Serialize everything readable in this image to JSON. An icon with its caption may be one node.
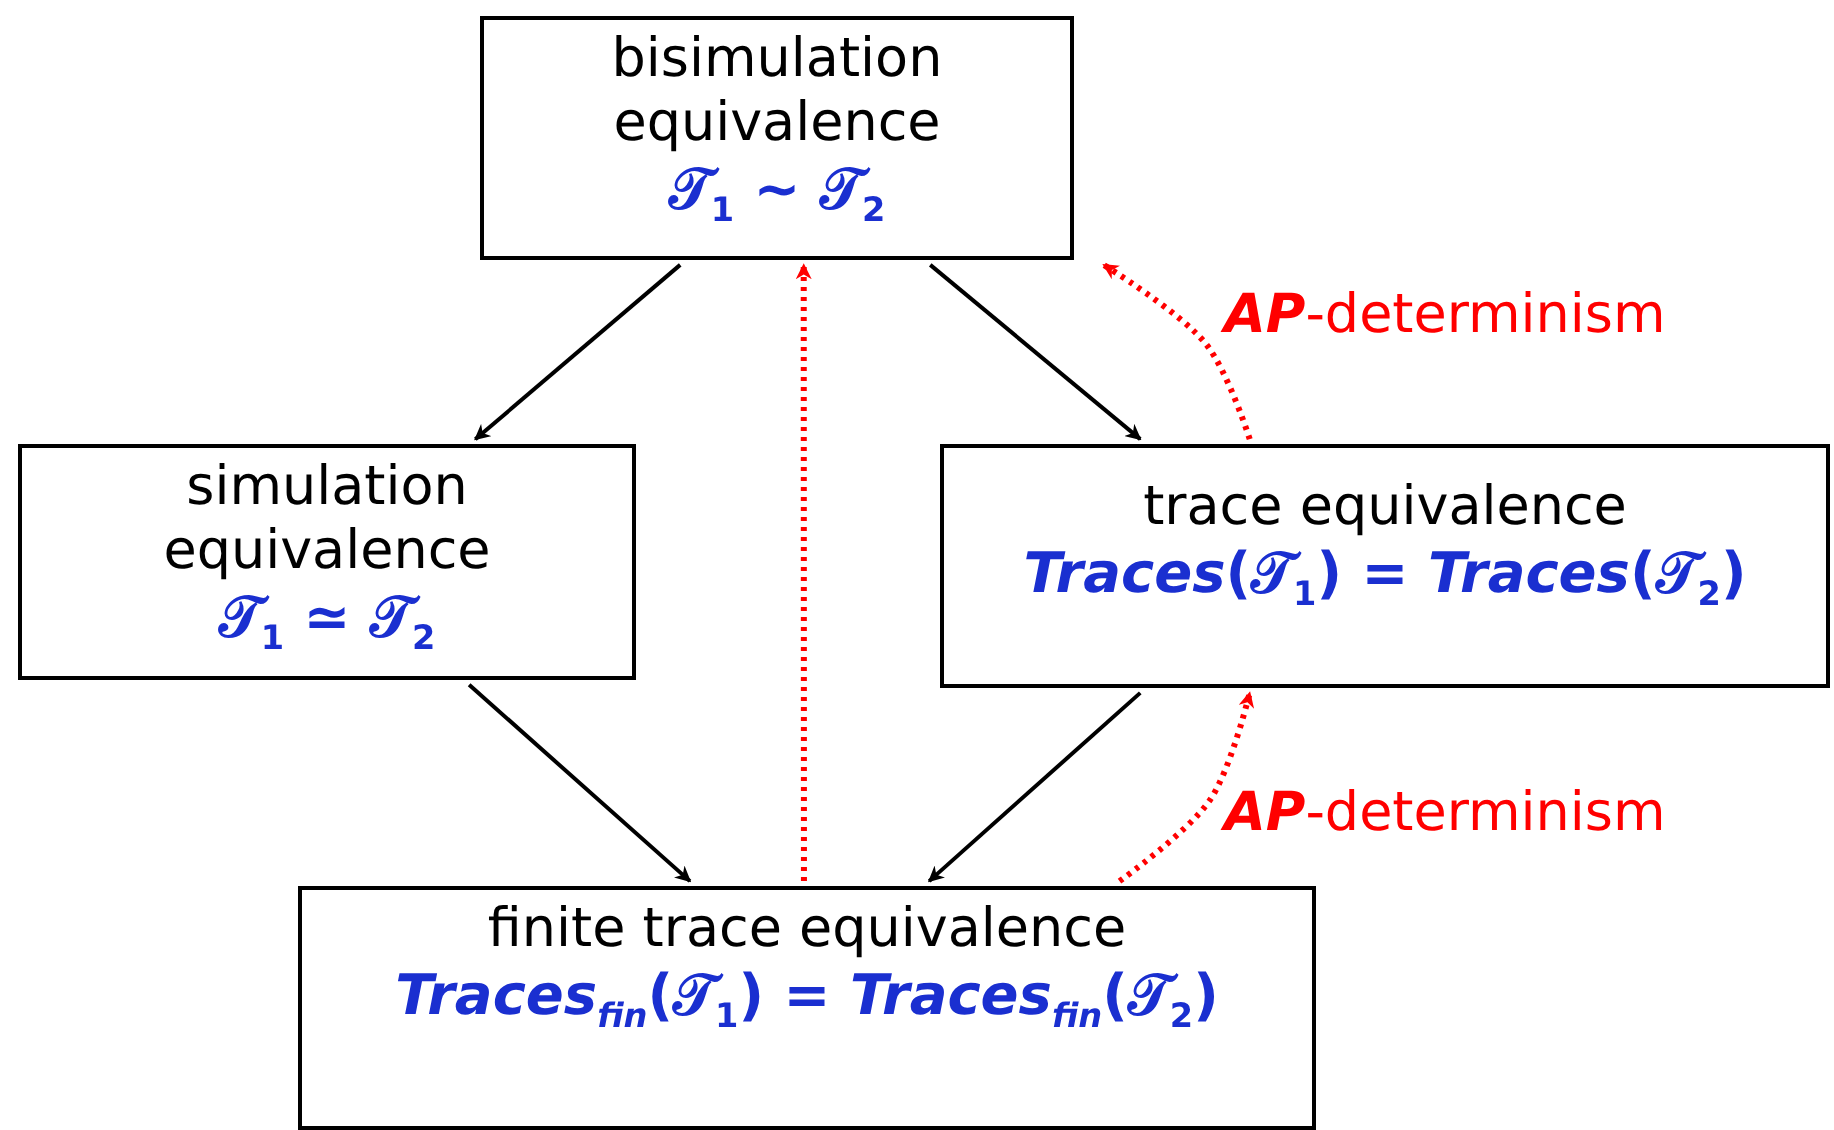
{
  "diagram": {
    "nodes": [
      {
        "text": [
          "bisimulation equivalence",
          "𝒯$_{1}$ ∼ 𝒯$_{2}$"
        ]
      },
      {
        "text": [
          "simulation equivalence",
          "𝒯$_{1}$ ≃ 𝒯$_{2}$"
        ]
      },
      {
        "text": [
          "trace equivalence",
          "*Traces*(𝒯$_{1}$) = *Traces*(𝒯$_{2}$)"
        ]
      },
      {
        "text": [
          "finite trace equivalence",
          "*Traces$_{fin}$*(𝒯$_{1}$) = *Traces$_{fin}$*(𝒯$_{2}$)"
        ]
      }
    ],
    "edges": [
      {
        "from": 0,
        "to": 1,
        "arrow": "to"
      },
      {
        "from": 0,
        "to": 2,
        "arrow": "to"
      },
      {
        "from": 1,
        "to": 3,
        "arrow": "to"
      },
      {
        "from": 2,
        "to": 3,
        "arrow": "to"
      },
      {
        "from": 3,
        "to": 0,
        "arrow": "to",
        "style": "dashed",
        "color": "#ff0000"
      },
      {
        "from": 3,
        "to": 2,
        "arrow": "to",
        "style": "dashed",
        "color": "#ff0000",
        "label": "**AP**-determinism"
      },
      {
        "from": 2,
        "to": 0,
        "arrow": "to",
        "style": "dashed",
        "color": "#ff0000",
        "label": "**AP**-determinism"
      }
    ]
  }
}
